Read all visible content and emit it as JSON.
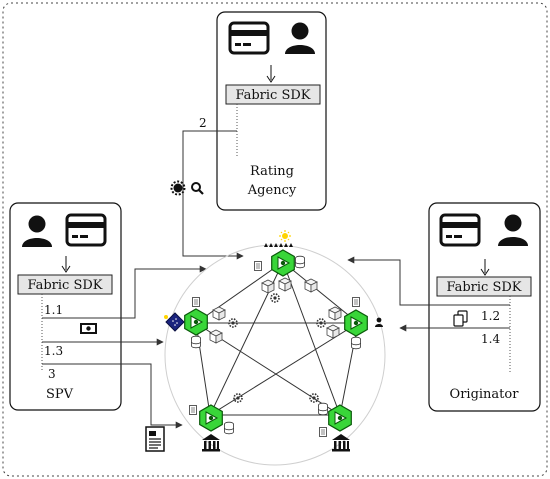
{
  "title": "",
  "colors": {
    "node_fill": "#39d639",
    "node_stroke": "#0a5a0a",
    "sdk_fill": "#e6e6e6",
    "star_node": "#1a237e",
    "sun": "#ffd400",
    "line": "#333333",
    "circle": "#cfcfcf"
  },
  "rating_agency": {
    "sdk_label": "Fabric SDK",
    "name_line1": "Rating",
    "name_line2": "Agency",
    "step": "2",
    "icons": [
      "credit-card-icon",
      "user-icon"
    ]
  },
  "spv": {
    "sdk_label": "Fabric SDK",
    "name": "SPV",
    "steps": [
      "1.1",
      "1.3",
      "3"
    ],
    "icons": [
      "user-icon",
      "credit-card-icon",
      "cash-icon",
      "document-icon"
    ]
  },
  "originator": {
    "sdk_label": "Fabric SDK",
    "name": "Originator",
    "steps": [
      "1.2",
      "1.4"
    ],
    "icons": [
      "credit-card-icon",
      "user-icon",
      "copy-documents-icon"
    ]
  },
  "network": {
    "shape": "pentagram",
    "node_count": 5,
    "icons": [
      "gear-icon",
      "magnifier-icon",
      "bank-icon",
      "database-icon",
      "ledger-cube-icon",
      "sun-icon"
    ]
  }
}
